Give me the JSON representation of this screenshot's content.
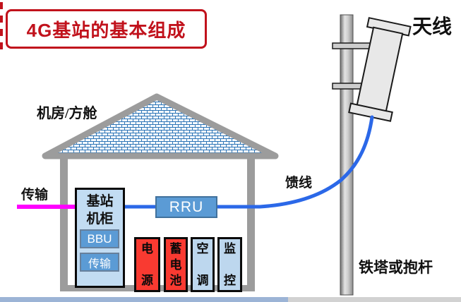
{
  "title": {
    "label": "4G基站的基本组成"
  },
  "house": {
    "label": "机房/方舱"
  },
  "cabinet": {
    "label": "基站\n机柜",
    "modules": [
      {
        "label": "BBU"
      },
      {
        "label": "传输"
      }
    ]
  },
  "rru": {
    "label": "RRU"
  },
  "equipment": [
    {
      "label": "电源",
      "bg": "#f93a31"
    },
    {
      "label": "蓄电池",
      "bg": "#f93a31"
    },
    {
      "label": "空调",
      "bg": "#bdd7ee"
    },
    {
      "label": "监控",
      "bg": "#bdd7ee"
    }
  ],
  "connections": {
    "transmission": {
      "label": "传输"
    },
    "feeder": {
      "label": "馈线"
    }
  },
  "antenna": {
    "label": "天线"
  },
  "tower": {
    "label": "铁塔或抱杆"
  },
  "colors": {
    "accent_red": "#c1121c",
    "equipment_red": "#f93a31",
    "panel_light_blue": "#bdd7ee",
    "cabinet_light_blue": "#c2dcf2",
    "module_blue": "#5b9bd5",
    "feeder_blue": "#2b68e8",
    "transmission_magenta": "#ff00ff",
    "structure_gray": "#9c9c9c",
    "brick_line_blue": "#2e75b6"
  }
}
